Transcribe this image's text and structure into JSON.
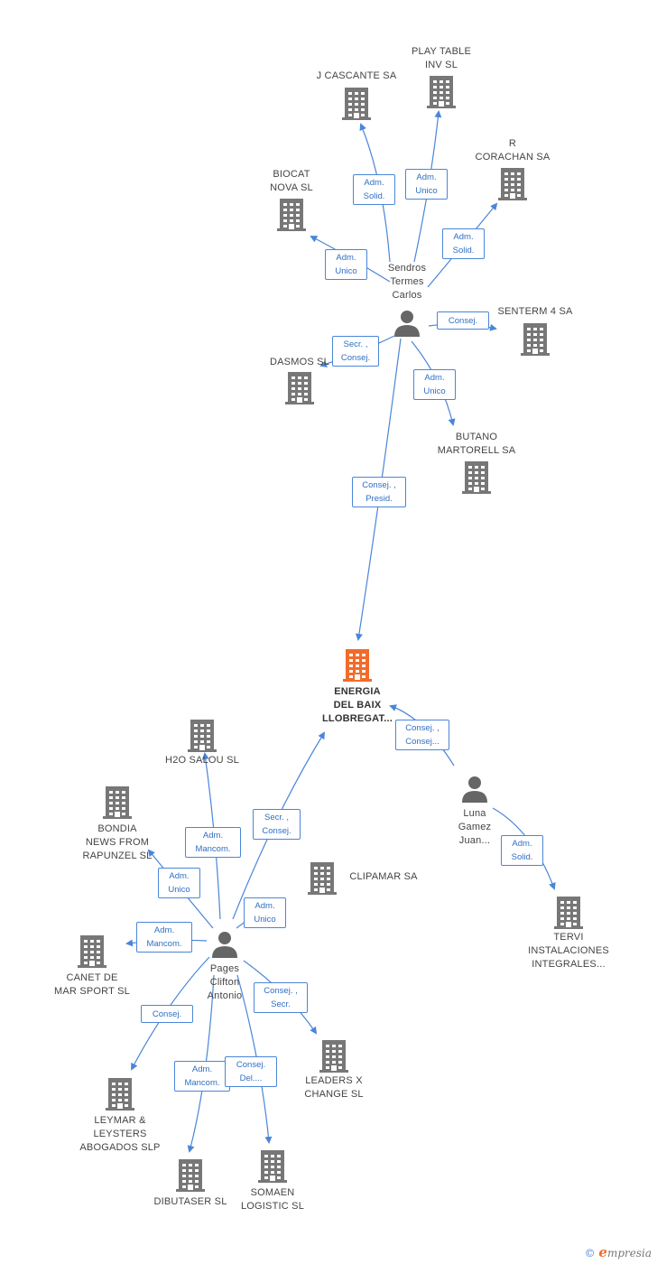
{
  "colors": {
    "edge": "#4a86d8",
    "building": "#777777",
    "center": "#f26b2a",
    "person": "#666666"
  },
  "persons": [
    {
      "id": "sendros",
      "name": "Sendros\nTermes\nCarlos"
    },
    {
      "id": "luna",
      "name": "Luna\nGamez\nJuan..."
    },
    {
      "id": "pages",
      "name": "Pages\nClifton\nAntonio"
    }
  ],
  "companies": [
    {
      "id": "energia",
      "name": "ENERGIA\nDEL BAIX\nLLOBREGAT...",
      "center": true
    },
    {
      "id": "jcascante",
      "name": "J CASCANTE SA"
    },
    {
      "id": "playtable",
      "name": "PLAY TABLE\nINV SL"
    },
    {
      "id": "rcorachan",
      "name": "R\nCORACHAN SA"
    },
    {
      "id": "biocat",
      "name": "BIOCAT\nNOVA SL"
    },
    {
      "id": "senterm",
      "name": "SENTERM 4 SA"
    },
    {
      "id": "dasmos",
      "name": "DASMOS SL"
    },
    {
      "id": "butano",
      "name": "BUTANO\nMARTORELL SA"
    },
    {
      "id": "h2o",
      "name": "H2O SALOU  SL"
    },
    {
      "id": "bondia",
      "name": "BONDIA\nNEWS FROM\nRAPUNZEL SL"
    },
    {
      "id": "clipamar",
      "name": "CLIPAMAR SA"
    },
    {
      "id": "canet",
      "name": "CANET DE\nMAR SPORT SL"
    },
    {
      "id": "tervi",
      "name": "TERVI\nINSTALACIONES\nINTEGRALES..."
    },
    {
      "id": "leymar",
      "name": "LEYMAR &\nLEYSTERS\nABOGADOS  SLP"
    },
    {
      "id": "leadersx",
      "name": "LEADERS X\nCHANGE SL"
    },
    {
      "id": "dibutaser",
      "name": "DIBUTASER SL"
    },
    {
      "id": "somaen",
      "name": "SOMAEN\nLOGISTIC SL"
    }
  ],
  "relations": [
    {
      "from": "sendros",
      "to": "jcascante",
      "label": "Adm.\nSolid."
    },
    {
      "from": "sendros",
      "to": "playtable",
      "label": "Adm.\nUnico"
    },
    {
      "from": "sendros",
      "to": "rcorachan",
      "label": "Adm.\nSolid."
    },
    {
      "from": "sendros",
      "to": "biocat",
      "label": "Adm.\nUnico"
    },
    {
      "from": "sendros",
      "to": "senterm",
      "label": "Consej."
    },
    {
      "from": "sendros",
      "to": "dasmos",
      "label": "Secr. ,\nConsej."
    },
    {
      "from": "sendros",
      "to": "butano",
      "label": "Adm.\nUnico"
    },
    {
      "from": "sendros",
      "to": "energia",
      "label": "Consej. ,\nPresid."
    },
    {
      "from": "luna",
      "to": "energia",
      "label": "Consej. ,\nConsej..."
    },
    {
      "from": "luna",
      "to": "tervi",
      "label": "Adm.\nSolid."
    },
    {
      "from": "pages",
      "to": "energia",
      "label": "Secr. ,\nConsej."
    },
    {
      "from": "pages",
      "to": "h2o",
      "label": "Adm.\nMancom."
    },
    {
      "from": "pages",
      "to": "bondia",
      "label": "Adm.\nUnico"
    },
    {
      "from": "pages",
      "to": "clipamar",
      "label": "Adm.\nUnico"
    },
    {
      "from": "pages",
      "to": "canet",
      "label": "Adm.\nMancom."
    },
    {
      "from": "pages",
      "to": "leymar",
      "label": "Consej."
    },
    {
      "from": "pages",
      "to": "leadersx",
      "label": "Consej. ,\nSecr."
    },
    {
      "from": "pages",
      "to": "dibutaser",
      "label": "Adm.\nMancom."
    },
    {
      "from": "pages",
      "to": "somaen",
      "label": "Consej.\nDel...."
    }
  ],
  "footer": {
    "copyright": "©",
    "brand_initial": "e",
    "brand_rest": "mpresia"
  }
}
